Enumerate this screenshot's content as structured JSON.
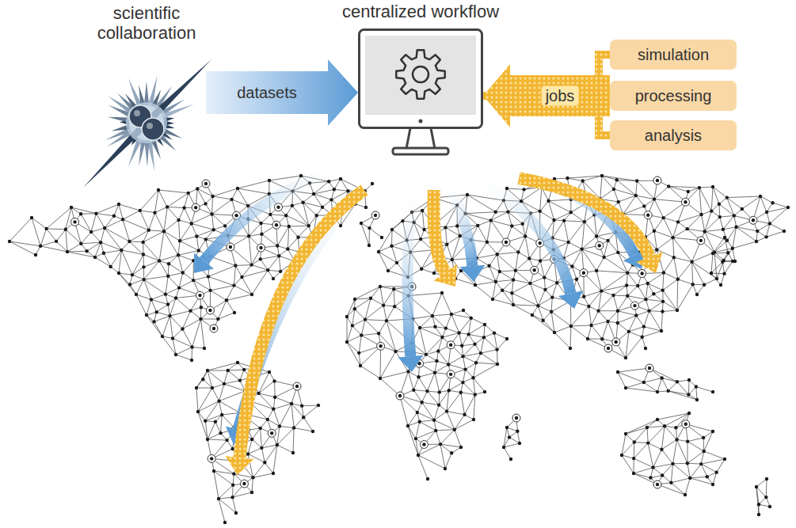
{
  "diagram": {
    "nodes": [
      {
        "text": [
          "scientific collaboration"
        ]
      },
      {
        "text": [
          "centralized workflow"
        ]
      },
      {
        "text": [
          "simulation"
        ]
      },
      {
        "text": [
          "processing"
        ]
      },
      {
        "text": [
          "analysis"
        ]
      }
    ],
    "edges": [
      {
        "from": 0,
        "to": 1,
        "label": "datasets",
        "arrow": "to"
      },
      {
        "from": 2,
        "to": 1,
        "arrow": "to"
      },
      {
        "from": 3,
        "to": 1,
        "label": "jobs",
        "arrow": "to"
      },
      {
        "from": 4,
        "to": 1,
        "arrow": "to"
      }
    ]
  }
}
